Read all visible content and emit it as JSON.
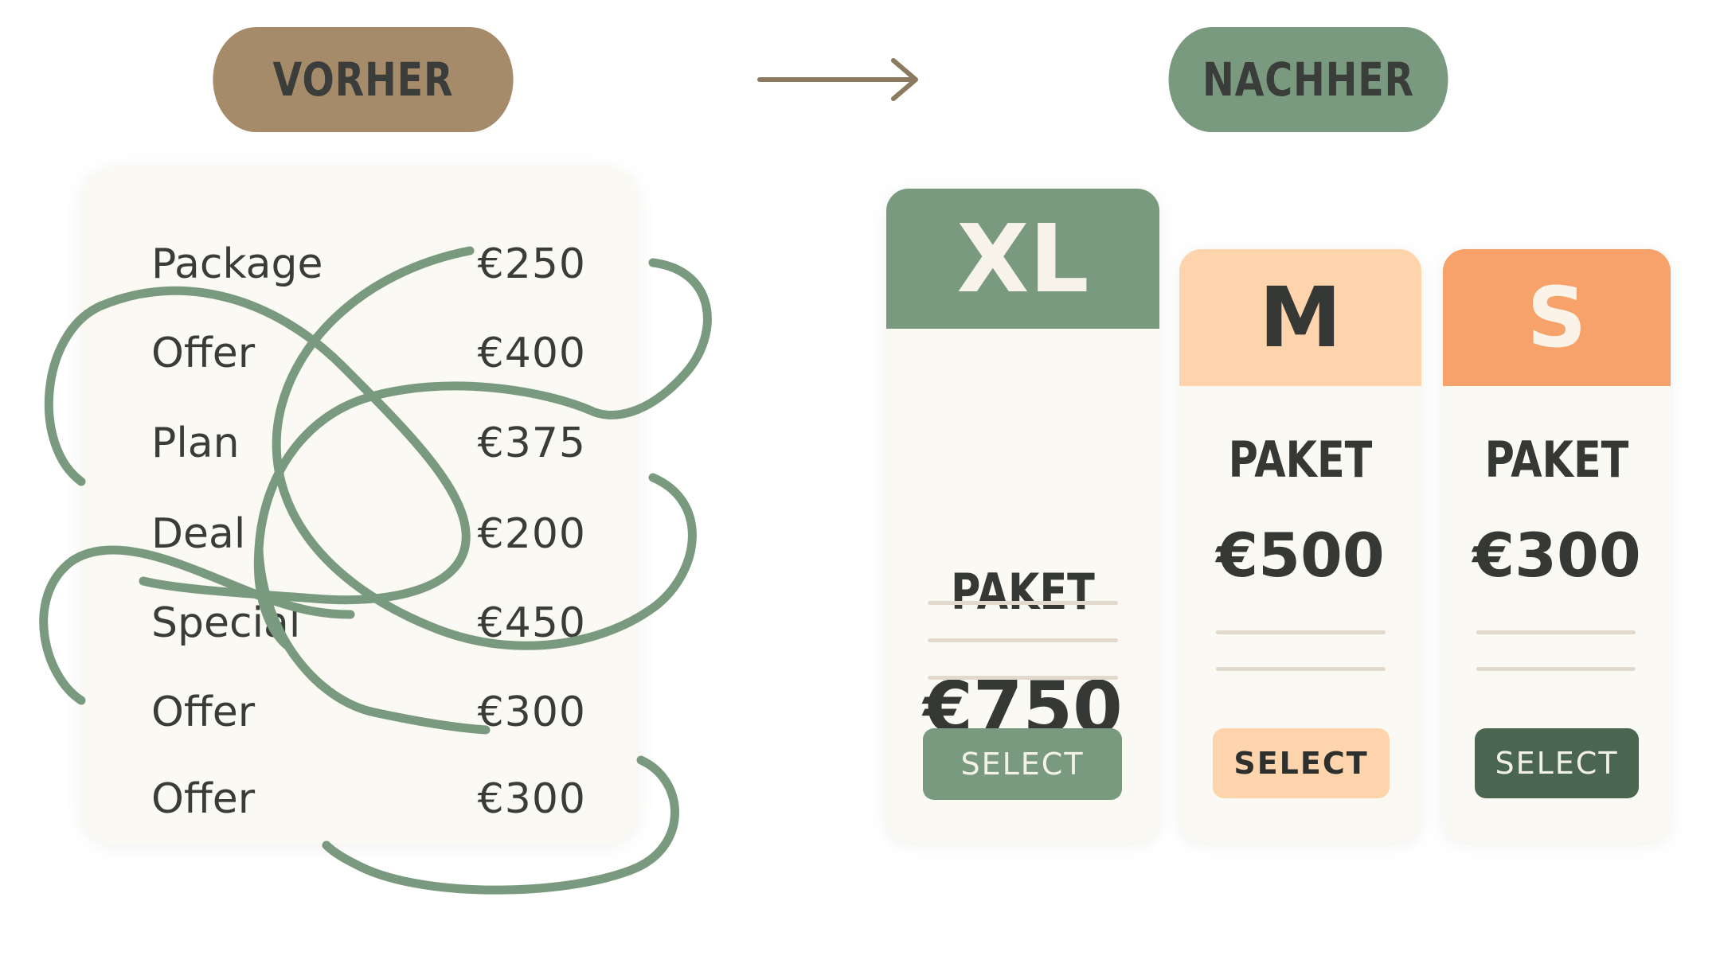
{
  "before": {
    "label": "VORHER",
    "rows": [
      {
        "name": "Package",
        "price": "€250"
      },
      {
        "name": "Offer",
        "price": "€400"
      },
      {
        "name": "Plan",
        "price": "€375"
      },
      {
        "name": "Deal",
        "price": "€200"
      },
      {
        "name": "Special",
        "price": "€450"
      },
      {
        "name": "Offer",
        "price": "€300"
      },
      {
        "name": "Offer",
        "price": "€300"
      }
    ]
  },
  "after": {
    "label": "NACHHER",
    "cards": [
      {
        "size": "XL",
        "title": "PAKET",
        "price": "€750",
        "button": "SELECT",
        "header_color": "#7a9a7f",
        "button_color": "#7a9a7f",
        "feature_lines": 3
      },
      {
        "size": "M",
        "title": "PAKET",
        "price": "€500",
        "button": "SELECT",
        "header_color": "#fdd4ab",
        "button_color": "#fdd4ab",
        "feature_lines": 2
      },
      {
        "size": "S",
        "title": "PAKET",
        "price": "€300",
        "button": "SELECT",
        "header_color": "#f6a26a",
        "button_color": "#4a6651",
        "feature_lines": 2
      }
    ]
  },
  "colors": {
    "tangle": "#7a9a7f",
    "arrow": "#8b7960",
    "card_bg": "#fbf9f4",
    "feature_line": "#e0d9cc"
  },
  "icons": {
    "arrow": "arrow-right-icon"
  }
}
